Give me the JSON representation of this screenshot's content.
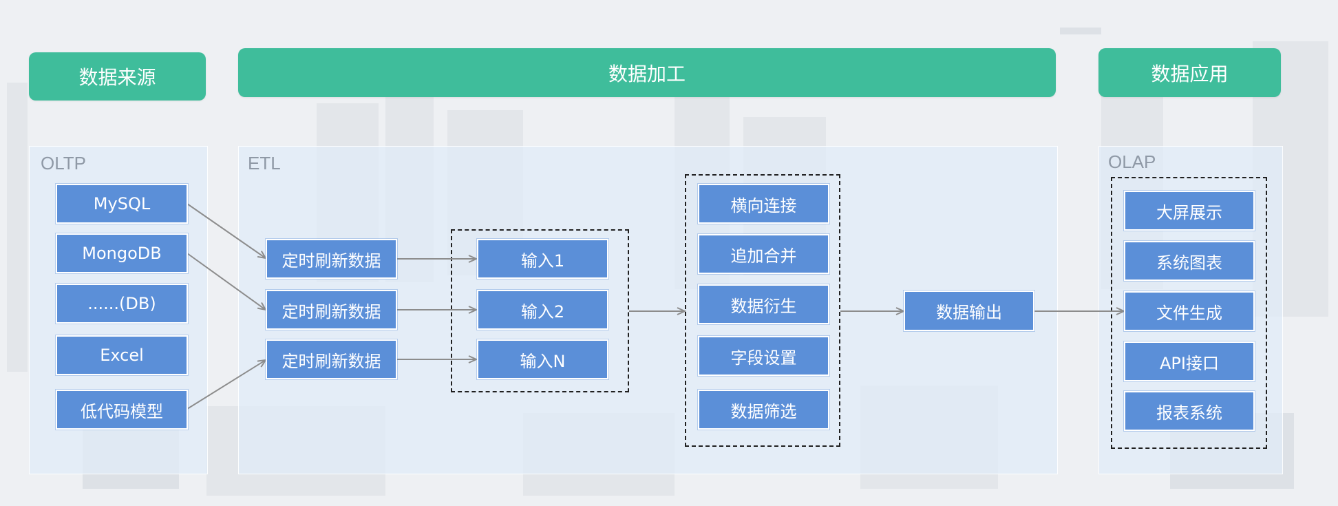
{
  "headers": {
    "source": "数据来源",
    "processing": "数据加工",
    "application": "数据应用"
  },
  "panels": {
    "oltp": "OLTP",
    "etl": "ETL",
    "olap": "OLAP"
  },
  "sources": [
    "MySQL",
    "MongoDB",
    "......(DB)",
    "Excel",
    "低代码模型"
  ],
  "refresh": [
    "定时刷新数据",
    "定时刷新数据",
    "定时刷新数据"
  ],
  "inputs": [
    "输入1",
    "输入2",
    "输入N"
  ],
  "operations": [
    "横向连接",
    "追加合并",
    "数据衍生",
    "字段设置",
    "数据筛选"
  ],
  "output": "数据输出",
  "applications": [
    "大屏展示",
    "系统图表",
    "文件生成",
    "API接口",
    "报表系统"
  ],
  "colors": {
    "header": "#3fbd9b",
    "box": "#5b8fd8",
    "panel": "#e1ecf8",
    "arrow": "#8c8c8c",
    "dash": "#1f1f1f"
  }
}
